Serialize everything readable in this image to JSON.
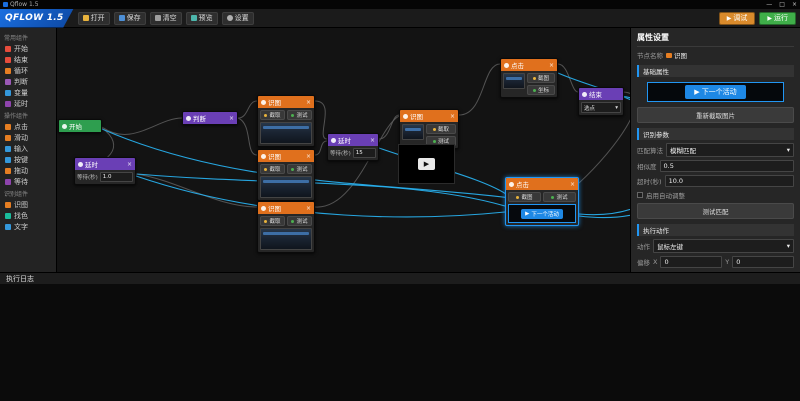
{
  "colors": {
    "accent_blue": "#2196f3",
    "wire_cyan": "#29b6f6",
    "node_orange": "#e0701d",
    "node_purple": "#6a3fb5",
    "node_green": "#2e9e4f",
    "logo_blue": "#1a6fe0",
    "run_green": "#3fae49",
    "debug_orange": "#d98a2b"
  },
  "icons": {
    "close": "×",
    "minimize": "—",
    "maximize": "□",
    "dropdown": "▾",
    "play": "▶"
  },
  "titlebar": {
    "title": "Qflow 1.5"
  },
  "header": {
    "logo": "QFLOW 1.5",
    "tools": [
      {
        "label": "打开"
      },
      {
        "label": "保存"
      },
      {
        "label": "清空"
      },
      {
        "label": "预览"
      },
      {
        "label": "设置"
      }
    ],
    "run_buttons": [
      {
        "label": "调试"
      },
      {
        "label": "运行"
      }
    ]
  },
  "sidebar": {
    "groups": [
      {
        "title": "常用组件",
        "items": [
          {
            "label": "开始",
            "color": "#e74c3c"
          },
          {
            "label": "结束",
            "color": "#e74c3c"
          },
          {
            "label": "循环",
            "color": "#e67e22"
          },
          {
            "label": "判断",
            "color": "#9b59b6"
          },
          {
            "label": "变量",
            "color": "#3498db"
          },
          {
            "label": "延时",
            "color": "#8e44ad"
          }
        ]
      },
      {
        "title": "操作组件",
        "items": [
          {
            "label": "点击",
            "color": "#e67e22"
          },
          {
            "label": "滑动",
            "color": "#e67e22"
          },
          {
            "label": "输入",
            "color": "#3498db"
          },
          {
            "label": "按键",
            "color": "#3498db"
          },
          {
            "label": "拖动",
            "color": "#e67e22"
          },
          {
            "label": "等待",
            "color": "#8e44ad"
          }
        ]
      },
      {
        "title": "识别组件",
        "items": [
          {
            "label": "识图",
            "color": "#e67e22"
          },
          {
            "label": "找色",
            "color": "#1abc9c"
          },
          {
            "label": "文字",
            "color": "#3498db"
          }
        ]
      }
    ]
  },
  "canvas": {
    "nodes": [
      {
        "title": "开始"
      },
      {
        "title": "判断"
      },
      {
        "title": "延时",
        "field_label": "等待(秒)",
        "field_value": "1.0"
      },
      {
        "title": "识图",
        "btn_capture": "截取",
        "btn_test": "测试"
      },
      {
        "title": "识图",
        "btn_capture": "截取",
        "btn_test": "测试"
      },
      {
        "title": "识图",
        "btn_capture": "截取",
        "btn_test": "测试"
      },
      {
        "title": "延时",
        "field_label": "等待(秒)",
        "field_value": "15"
      },
      {
        "title": "识图",
        "btn_capture": "截取",
        "btn_test": "测试"
      },
      {
        "title": "点击",
        "btn_capture": "截图",
        "btn_test": "坐标"
      },
      {
        "title": "结束",
        "dropdown_value": "选点"
      },
      {
        "title": "点击",
        "btn_capture": "截图",
        "btn_test": "测试",
        "preview_text": "下一个活动"
      }
    ]
  },
  "properties": {
    "title": "属性设置",
    "node_name_label": "节点名称",
    "node_name_value": "识图",
    "section_basic": "基础属性",
    "preview_button_text": "下一个活动",
    "recapture_label": "重新截取图片",
    "section_recognition": "识别参数",
    "algorithm_label": "匹配算法",
    "algorithm_value": "模糊匹配",
    "similarity_label": "相似度",
    "similarity_value": "0.5",
    "timeout_label": "超时(秒)",
    "timeout_value": "10.0",
    "auto_adjust_label": "启用自动调整",
    "test_match_label": "测试匹配",
    "section_action": "执行动作",
    "action_label": "动作",
    "action_value": "鼠标左键",
    "offset_label": "偏移",
    "offset_x_label": "X",
    "offset_x_value": "0",
    "offset_y_label": "Y",
    "offset_y_value": "0"
  },
  "log": {
    "title": "执行日志"
  }
}
